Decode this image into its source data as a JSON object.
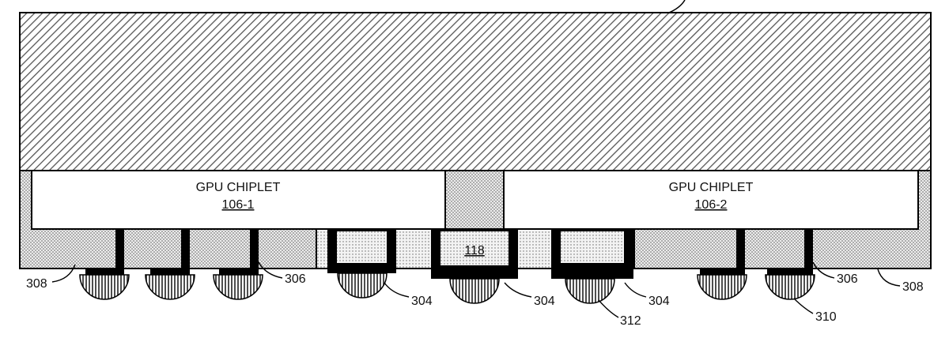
{
  "chiplets": [
    {
      "title": "GPU CHIPLET",
      "ref": "106-1"
    },
    {
      "title": "GPU CHIPLET",
      "ref": "106-2"
    }
  ],
  "bridge": {
    "ref": "118"
  },
  "reference_numerals": {
    "left_308": "308",
    "left_306": "306",
    "mid_304_a": "304",
    "mid_304_b": "304",
    "mid_304_c": "304",
    "bump_312": "312",
    "right_306": "306",
    "right_308": "308",
    "bump_310": "310"
  },
  "colors": {
    "line": "#000000",
    "hatch": "#555555",
    "fill_white": "#ffffff"
  }
}
